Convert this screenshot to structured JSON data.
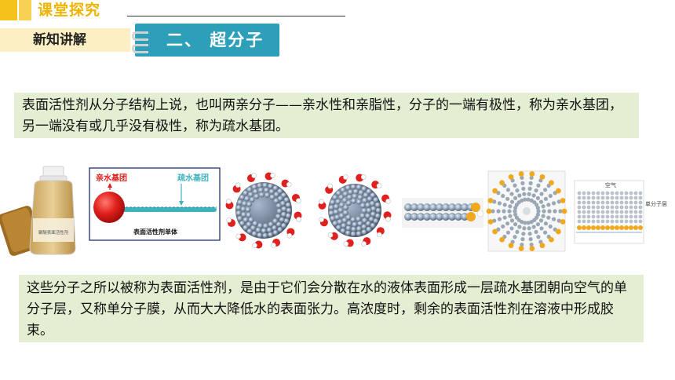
{
  "header": {
    "title": "课堂探究",
    "subtitle": "新知讲解",
    "section_tag": "二、 超分子"
  },
  "paragraph1": "表面活性剂从分子结构上说，也叫两亲分子——亲水性和亲脂性，分子的一端有极性，称为亲水基团，另一端没有或几乎没有极性，称为疏水基团。",
  "figures": {
    "bottle_label": "聚醚表面活性剂",
    "hydrophilic_label": "亲水基团",
    "hydrophobic_label": "疏水基团",
    "monomer_caption": "表面活性剂单体",
    "air_label": "空气",
    "monolayer_label": "单分子层"
  },
  "paragraph2": "这些分子之所以被称为表面活性剂，是由于它们会分散在水的液体表面形成一层疏水基团朝向空气的单分子层，又称单分子膜，从而大大降低水的表面张力。高浓度时，剩余的表面活性剂在溶液中形成胶束。",
  "colors": {
    "accent_yellow": "#f5c21b",
    "title_yellow": "#f0b400",
    "tag_teal": "#2e9fb8",
    "textbox_green": "#e4eed2",
    "hydrophilic_red": "#e0201c",
    "hydrophobic_teal": "#3fb3bd"
  }
}
